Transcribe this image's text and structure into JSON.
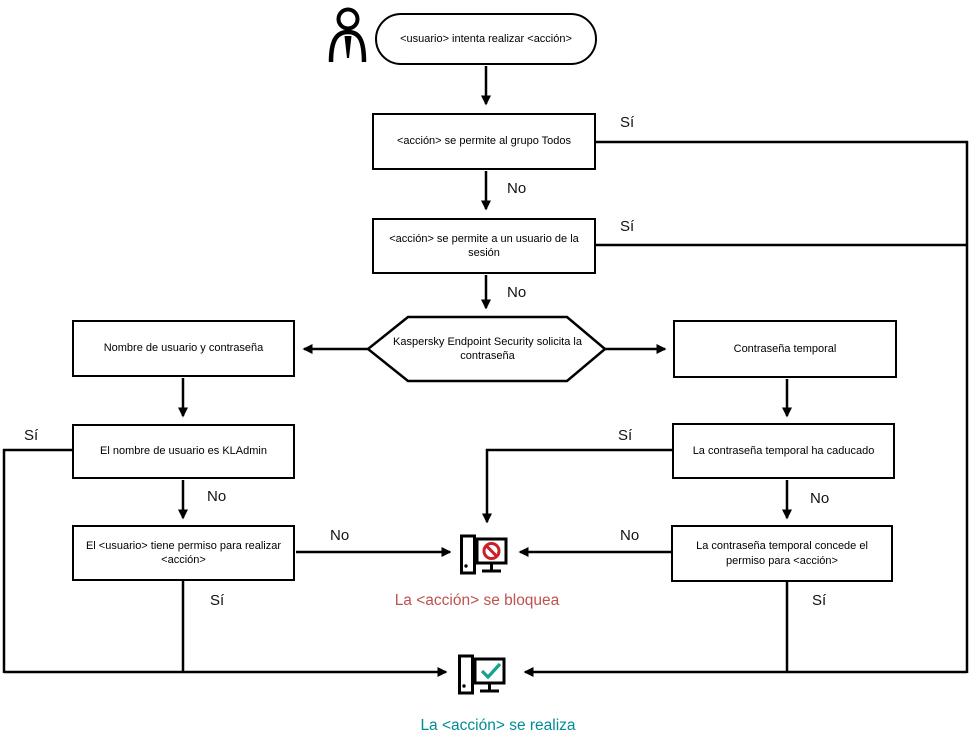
{
  "diagram": {
    "nodes": {
      "start": "<usuario> intenta realizar <acción>",
      "allow_all": "<acción> se permite al grupo Todos",
      "allow_session": "<acción> se permite a un usuario de la sesión",
      "kes_prompt": "Kaspersky Endpoint Security solicita la contraseña",
      "user_pass": "Nombre de usuario y contraseña",
      "temp_pass": "Contraseña temporal",
      "is_kladmin": "El nombre de usuario es KLAdmin",
      "user_perm": "El <usuario> tiene permiso para realizar <acción>",
      "temp_expired": "La contraseña temporal ha caducado",
      "temp_grants": "La contraseña temporal concede el permiso para <acción>"
    },
    "labels": {
      "yes": "Sí",
      "no": "No"
    },
    "outcomes": {
      "blocked": "La <acción> se bloquea",
      "performed": "La <acción> se realiza"
    },
    "colors": {
      "blocked_text": "#c0524e",
      "performed_text": "#008c95",
      "prohibition_sign": "#cc2028",
      "check_mark": "#17a389",
      "line": "#000000"
    },
    "icons": {
      "user": "user-icon",
      "blocked": "blocked-computer-icon",
      "performed": "allowed-computer-icon"
    }
  }
}
